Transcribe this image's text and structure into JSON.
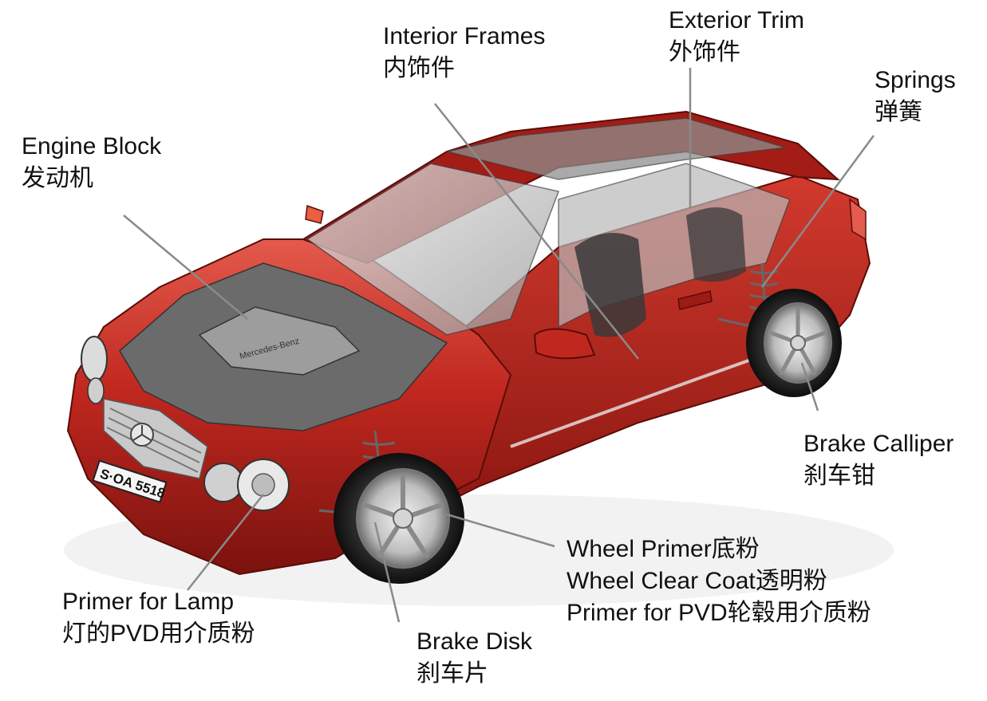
{
  "labels": {
    "interior_frames": {
      "en": "Interior Frames",
      "zh": "内饰件"
    },
    "exterior_trim": {
      "en": "Exterior Trim",
      "zh": "外饰件"
    },
    "springs": {
      "en": "Springs",
      "zh": "弹簧"
    },
    "engine_block": {
      "en": "Engine Block",
      "zh": "发动机"
    },
    "brake_calliper": {
      "en": "Brake Calliper",
      "zh": "刹车钳"
    },
    "wheel_coatings": {
      "line1": "Wheel Primer底粉",
      "line2": "Wheel Clear Coat透明粉",
      "line3": "Primer for PVD轮毂用介质粉"
    },
    "primer_for_lamp": {
      "en": "Primer for Lamp",
      "zh": "灯的PVD用介质粉"
    },
    "brake_disk": {
      "en": "Brake Disk",
      "zh": "刹车片"
    }
  },
  "license_plate": "S·OA 5518",
  "badge_text": "Mercedes-Benz",
  "colors": {
    "body_red": "#b8231c",
    "body_dark": "#7a120e",
    "body_light": "#e0574a",
    "leader_line": "#8a8a8a",
    "text": "#111111"
  }
}
